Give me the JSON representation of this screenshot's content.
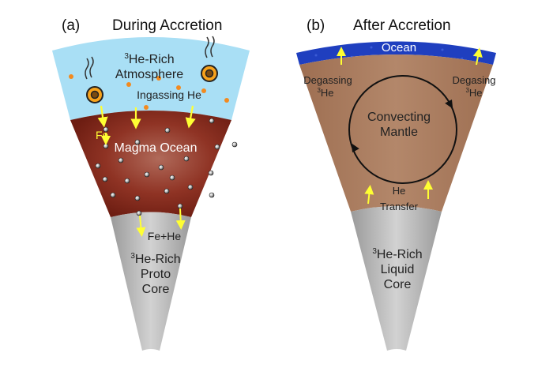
{
  "panel_a": {
    "letter": "(a)",
    "title": "During Accretion",
    "atmosphere_sup": "3",
    "atmosphere_line1": "He-Rich",
    "atmosphere_line2": "Atmosphere",
    "ingassing": "Ingassing He",
    "fe": "Fe",
    "magma_ocean": "Magma Ocean",
    "fe_he": "Fe+He",
    "core_sup": "3",
    "core_line1": "He-Rich",
    "core_line2": "Proto",
    "core_line3": "Core"
  },
  "panel_b": {
    "letter": "(b)",
    "title": "After Accretion",
    "ocean": "Ocean",
    "degassing_left": "Degassing",
    "degassing_left_sup": "3",
    "degassing_left_he": "He",
    "degassing_right": "Degasing",
    "degassing_right_sup": "3",
    "degassing_right_he": "He",
    "mantle_line1": "Convecting",
    "mantle_line2": "Mantle",
    "transfer_line1": "He",
    "transfer_line2": "Transfer",
    "core_sup": "3",
    "core_line1": "He-Rich",
    "core_line2": "Liquid",
    "core_line3": "Core"
  },
  "colors": {
    "atmosphere": "#a9dff5",
    "magma": "#8c2a1c",
    "mantle": "#a97a5e",
    "ocean": "#1f3fbf",
    "core": "#b9b9b9",
    "arrow": "#ffff33"
  }
}
